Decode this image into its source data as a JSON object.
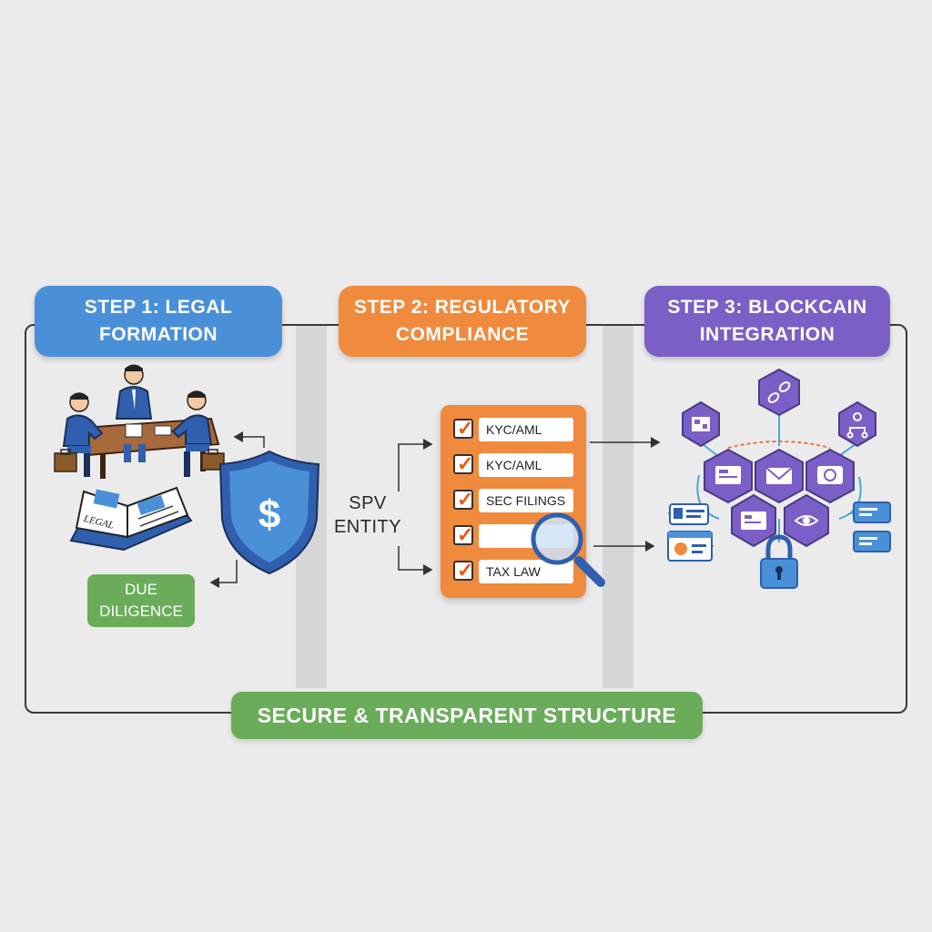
{
  "colors": {
    "step1": "#4a90d9",
    "step2": "#f08a3c",
    "step3": "#7b5fc6",
    "green": "#6aac5a",
    "background": "#ebebeb"
  },
  "steps": [
    {
      "line1": "STEP 1: LEGAL",
      "line2": "FORMATION"
    },
    {
      "line1": "STEP 2: REGULATORY",
      "line2": "COMPLIANCE"
    },
    {
      "line1": "STEP 3: BLOCKCAIN",
      "line2": "INTEGRATION"
    }
  ],
  "step1": {
    "book_label": "LEGAL",
    "due_diligence": {
      "line1": "DUE",
      "line2": "DILIGENCE"
    },
    "shield_symbol": "$"
  },
  "spv": {
    "line1": "SPV",
    "line2": "ENTITY"
  },
  "checklist": [
    {
      "label": "KYC/AML"
    },
    {
      "label": "KYC/AML"
    },
    {
      "label": "SEC FILINGS"
    },
    {
      "label": ""
    },
    {
      "label": "TAX LAW"
    }
  ],
  "footer": {
    "label": "SECURE & TRANSPARENT STRUCTURE"
  },
  "icons": [
    "meeting-people-icon",
    "legal-book-icon",
    "shield-dollar-icon",
    "magnifier-icon",
    "chain-link-icon",
    "network-icon",
    "email-icon",
    "lock-icon",
    "id-card-icon",
    "qr-code-icon"
  ]
}
